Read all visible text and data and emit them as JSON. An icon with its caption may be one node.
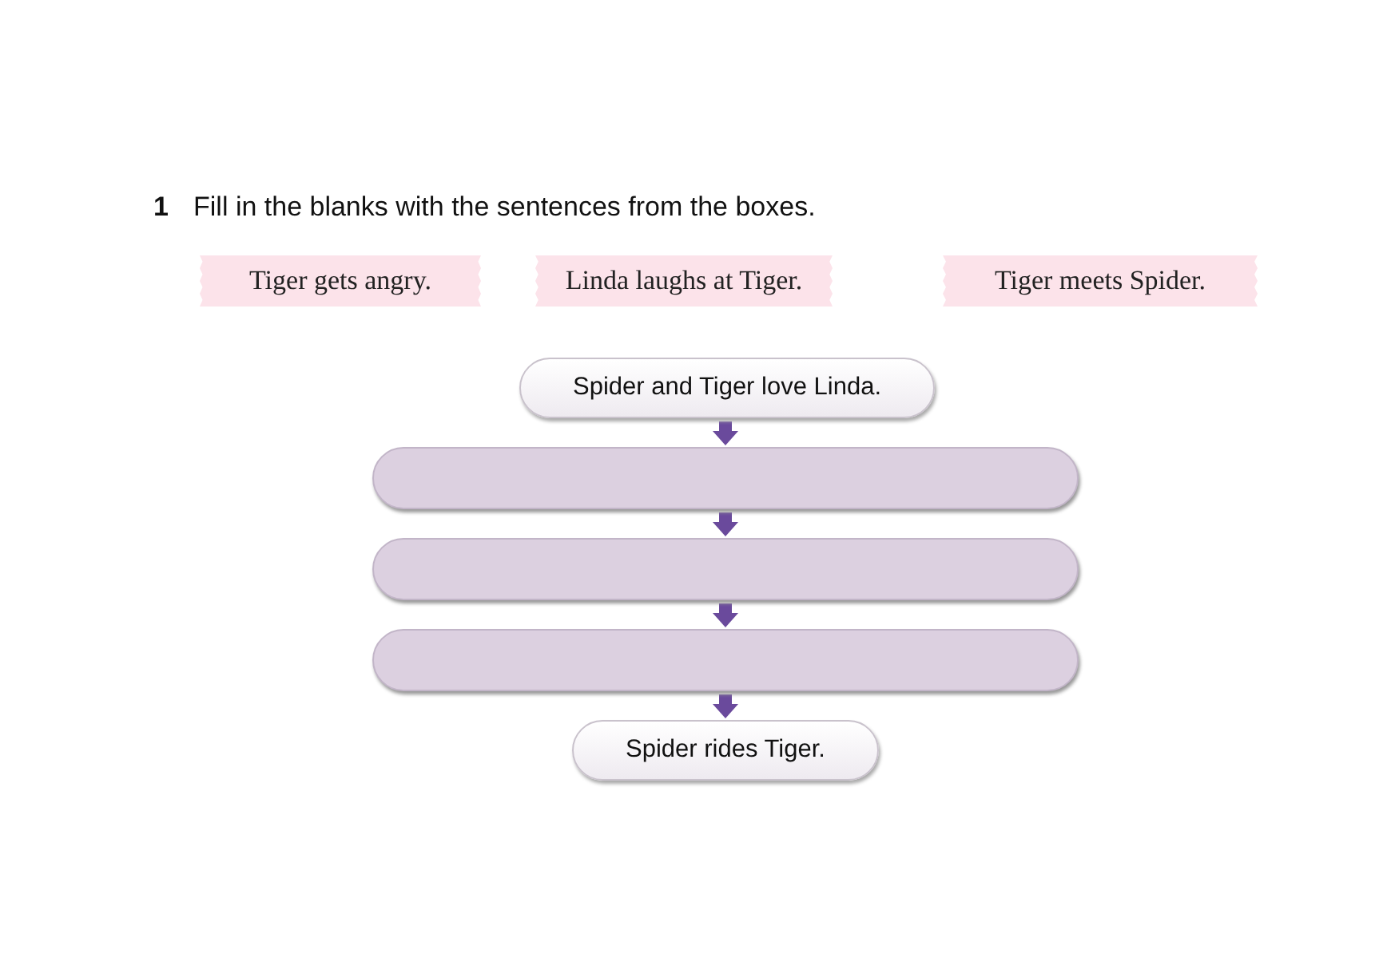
{
  "diagram": {
    "title": "Fill in the blanks with the sentences from the boxes.",
    "nodes": [
      {
        "text": [
          "Tiger gets angry."
        ]
      },
      {
        "text": [
          "Linda laughs at Tiger."
        ]
      },
      {
        "text": [
          "Tiger meets Spider."
        ]
      },
      {
        "text": [
          "Spider and Tiger love Linda."
        ]
      },
      {
        "text": [],
        "shape": "bar"
      },
      {
        "text": [],
        "shape": "bar"
      },
      {
        "text": [],
        "shape": "bar"
      },
      {
        "text": [
          "Spider rides Tiger."
        ]
      }
    ],
    "edges": [
      {
        "from": 3,
        "to": 4,
        "arrow": "to"
      },
      {
        "from": 4,
        "to": 5,
        "arrow": "to"
      },
      {
        "from": 5,
        "to": 6,
        "arrow": "to"
      },
      {
        "from": 6,
        "to": 7,
        "arrow": "to"
      }
    ],
    "labels": [
      "1"
    ]
  }
}
